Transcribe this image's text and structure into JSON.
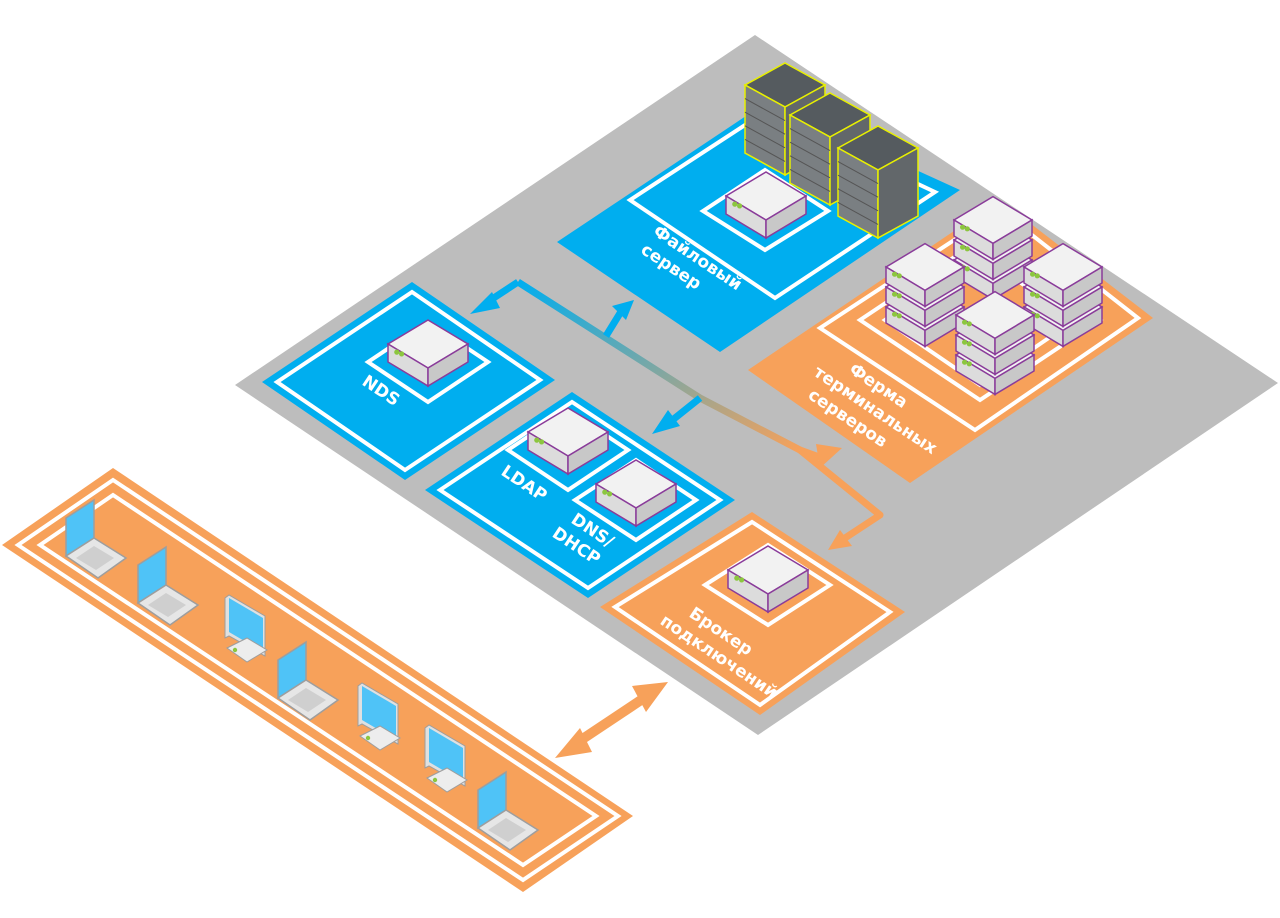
{
  "colors": {
    "platform": "#bdbdbd",
    "blue": "#00aeef",
    "orange": "#f7a15a",
    "white": "#ffffff",
    "server_outline": "#8a3c9a",
    "rack_outline": "#e8f000"
  },
  "zones": {
    "file_server": {
      "line1": "Файловый",
      "line2": "сервер"
    },
    "nds": {
      "line1": "NDS"
    },
    "ldap": {
      "line1": "LDAP"
    },
    "dns_dhcp": {
      "line1": "DNS/",
      "line2": "DHCP"
    },
    "terminal_farm": {
      "line1": "Ферма",
      "line2": "терминальных",
      "line3": "серверов"
    },
    "broker": {
      "line1": "Брокер",
      "line2": "подключений"
    }
  },
  "icons": {
    "server": "server-icon",
    "rack": "storage-rack-icon",
    "laptop": "laptop-icon",
    "monitor": "monitor-icon",
    "directory": "directory-server-icon"
  }
}
